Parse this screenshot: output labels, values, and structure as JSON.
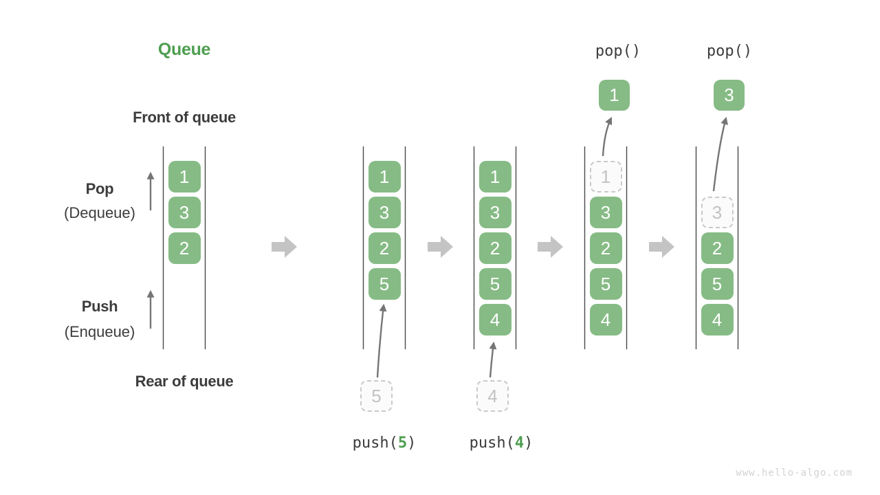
{
  "title": "Queue",
  "watermark": "www.hello-algo.com",
  "side_labels": {
    "front": "Front of queue",
    "rear": "Rear of queue",
    "pop_title": "Pop",
    "pop_sub": "(Dequeue)",
    "push_title": "Push",
    "push_sub": "(Enqueue)"
  },
  "operations": {
    "push": [
      {
        "prefix": "push(",
        "arg": "5",
        "suffix": ")",
        "pending_value": "5"
      },
      {
        "prefix": "push(",
        "arg": "4",
        "suffix": ")",
        "pending_value": "4"
      }
    ],
    "pop": [
      {
        "label": "pop()",
        "value": "1"
      },
      {
        "label": "pop()",
        "value": "3"
      }
    ]
  },
  "queues": [
    {
      "name": "state-initial",
      "cells": [
        {
          "row": 0,
          "value": "1",
          "state": "filled"
        },
        {
          "row": 1,
          "value": "3",
          "state": "filled"
        },
        {
          "row": 2,
          "value": "2",
          "state": "filled"
        }
      ]
    },
    {
      "name": "state-after-push-5",
      "cells": [
        {
          "row": 0,
          "value": "1",
          "state": "filled"
        },
        {
          "row": 1,
          "value": "3",
          "state": "filled"
        },
        {
          "row": 2,
          "value": "2",
          "state": "filled"
        },
        {
          "row": 3,
          "value": "5",
          "state": "filled"
        }
      ]
    },
    {
      "name": "state-after-push-4",
      "cells": [
        {
          "row": 0,
          "value": "1",
          "state": "filled"
        },
        {
          "row": 1,
          "value": "3",
          "state": "filled"
        },
        {
          "row": 2,
          "value": "2",
          "state": "filled"
        },
        {
          "row": 3,
          "value": "5",
          "state": "filled"
        },
        {
          "row": 4,
          "value": "4",
          "state": "filled"
        }
      ]
    },
    {
      "name": "state-pop-1",
      "cells": [
        {
          "row": 0,
          "value": "1",
          "state": "dashed"
        },
        {
          "row": 1,
          "value": "3",
          "state": "filled"
        },
        {
          "row": 2,
          "value": "2",
          "state": "filled"
        },
        {
          "row": 3,
          "value": "5",
          "state": "filled"
        },
        {
          "row": 4,
          "value": "4",
          "state": "filled"
        }
      ]
    },
    {
      "name": "state-pop-3",
      "cells": [
        {
          "row": 1,
          "value": "3",
          "state": "dashed"
        },
        {
          "row": 2,
          "value": "2",
          "state": "filled"
        },
        {
          "row": 3,
          "value": "5",
          "state": "filled"
        },
        {
          "row": 4,
          "value": "4",
          "state": "filled"
        }
      ]
    }
  ],
  "colors": {
    "accent_green": "#4D9E50",
    "box_green": "#86BB85",
    "box_text": "#FFFFFF",
    "text_dark": "#3C3C3C",
    "block_arrow": "#C4C4C4",
    "thin_arrow": "#757575",
    "queue_line": "#4A4A4A",
    "dashed_border": "#C9C9C9",
    "dashed_fill": "#FBFBFB",
    "dashed_text": "#C2C2C2",
    "watermark": "#D2D2D2"
  }
}
